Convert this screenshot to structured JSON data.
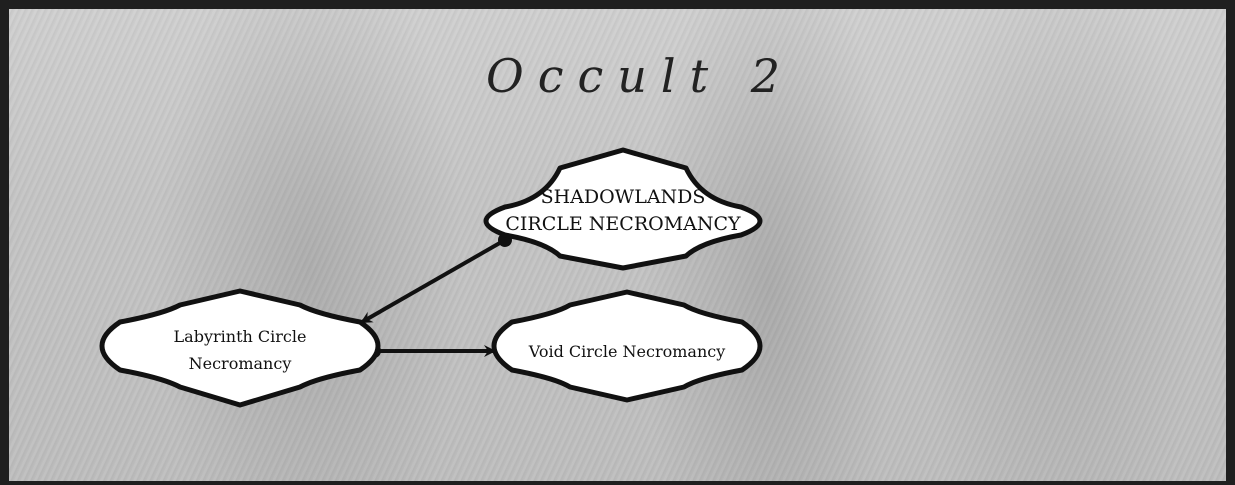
{
  "title": "Occult 2",
  "nodes": {
    "shadowlands": {
      "line1": "SHADOWLANDS",
      "line2": "CIRCLE NECROMANCY"
    },
    "labyrinth": {
      "line1": "Labyrinth Circle",
      "line2": "Necromancy"
    },
    "void": {
      "line1": "Void Circle Necromancy"
    }
  },
  "edges": [
    {
      "from": "shadowlands",
      "to": "labyrinth"
    },
    {
      "from": "labyrinth",
      "to": "void"
    }
  ]
}
